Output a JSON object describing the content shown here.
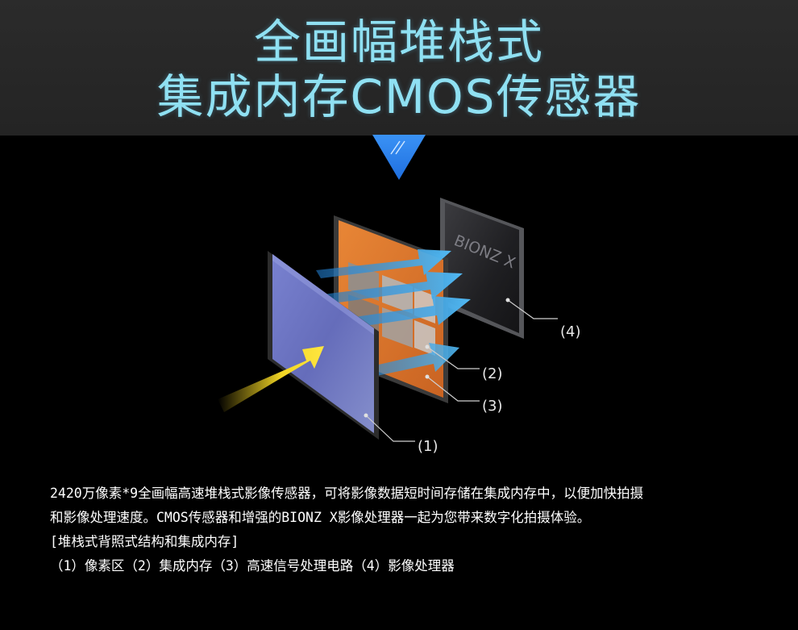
{
  "title": {
    "line1": "全画幅堆栈式",
    "line2": "集成内存CMOS传感器"
  },
  "diagram": {
    "chip_text": "BIONZ X",
    "labels": {
      "l1": "(1)",
      "l2": "(2)",
      "l3": "(3)",
      "l4": "(4)"
    }
  },
  "caption": {
    "line1": "2420万像素*9全画幅高速堆栈式影像传感器，可将影像数据短时间存储在集成内存中，以便加快拍摄",
    "line2": "和影像处理速度。CMOS传感器和增强的BIONZ X影像处理器一起为您带来数字化拍摄体验。",
    "line3": "[堆栈式背照式结构和集成内存]",
    "line4": "（1）像素区（2）集成内存（3）高速信号处理电路（4）影像处理器"
  },
  "colors": {
    "title": "#8fe0f2",
    "pointer": "#2f86f0",
    "orange_layer": "#e0782a",
    "sensor": "#6a72c8",
    "light_arrow": "#f0d020",
    "data_arrow": "#3aa6ea"
  }
}
